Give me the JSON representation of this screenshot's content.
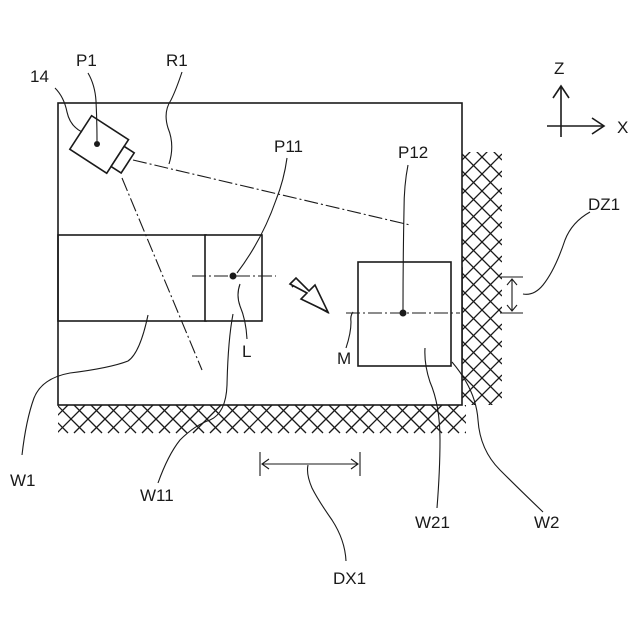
{
  "labels": {
    "camera": "14",
    "p1": "P1",
    "r1": "R1",
    "p11": "P11",
    "p12": "P12",
    "l": "L",
    "m": "M",
    "w1": "W1",
    "w11": "W11",
    "w21": "W21",
    "w2": "W2",
    "dz1": "DZ1",
    "dx1": "DX1",
    "axis_z": "Z",
    "axis_x": "X"
  }
}
